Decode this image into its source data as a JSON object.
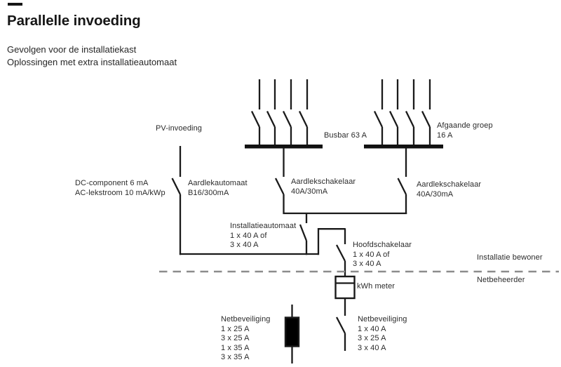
{
  "header": {
    "dash_icon": "—",
    "title": "Parallelle invoeding",
    "subtitle_line1": "Gevolgen voor de installatiekast",
    "subtitle_line2": "Oplossingen met extra installatieautomaat"
  },
  "colors": {
    "background": "#ffffff",
    "line": "#1a1a1a",
    "text": "#2b2b2b",
    "boundary_dash": "#8c8c8c"
  },
  "diagram": {
    "pv_feed": {
      "label": "PV-invoeding"
    },
    "busbar_a": {
      "label": "Busbar 63 A"
    },
    "busbar_b": {
      "line1": "Afgaande groep",
      "line2": "16 A"
    },
    "pv_leakage": {
      "line1": "DC-component 6 mA",
      "line2": "AC-lekstroom 10 mA/kWp"
    },
    "aardlekautomaat": {
      "line1": "Aardlekautomaat",
      "line2": "B16/300mA"
    },
    "aardlekschakelaar_left": {
      "line1": "Aardlekschakelaar",
      "line2": "40A/30mA"
    },
    "aardlekschakelaar_right": {
      "line1": "Aardlekschakelaar",
      "line2": "40A/30mA"
    },
    "installatieautomaat": {
      "line1": "Installatieautomaat",
      "line2": "1 x 40 A of",
      "line3": "3 x 40 A"
    },
    "hoofdschakelaar": {
      "line1": "Hoofdschakelaar",
      "line2": "1 x 40 A of",
      "line3": "3 x 40 A"
    },
    "boundary": {
      "upper": "Installatie bewoner",
      "lower": "Netbeheerder"
    },
    "kwh_meter": {
      "label": "kWh meter"
    },
    "netbeveiliging_left": {
      "title": "Netbeveiliging",
      "items": [
        "1 x 25 A",
        "3 x 25 A",
        "1 x 35 A",
        "3 x 35 A"
      ]
    },
    "netbeveiliging_right": {
      "title": "Netbeveiliging",
      "items": [
        "1 x 40 A",
        "3 x 25 A",
        "3 x 40 A"
      ]
    }
  }
}
